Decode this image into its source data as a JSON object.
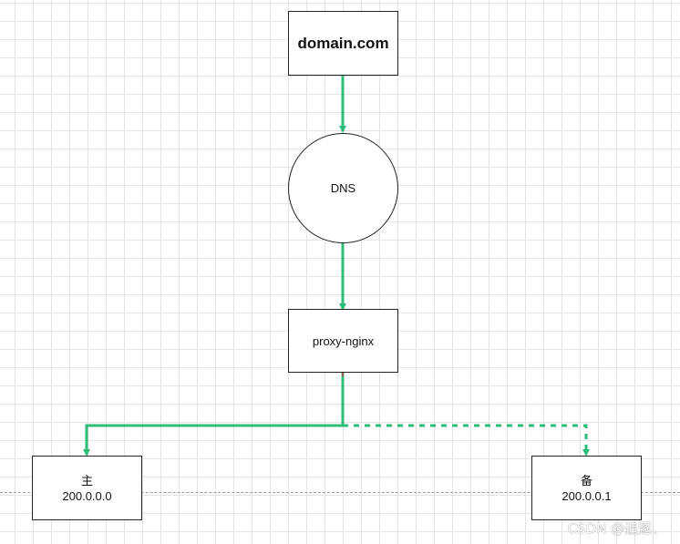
{
  "nodes": {
    "domain": {
      "label": "domain.com",
      "shape": "rectangle"
    },
    "dns": {
      "label": "DNS",
      "shape": "circle"
    },
    "proxy": {
      "label": "proxy-nginx",
      "shape": "rectangle"
    },
    "primary": {
      "title": "主",
      "ip": "200.0.0.0",
      "shape": "rectangle"
    },
    "backup": {
      "title": "备",
      "ip": "200.0.0.1",
      "shape": "rectangle"
    }
  },
  "edges": [
    {
      "from": "domain",
      "to": "dns",
      "style": "solid"
    },
    {
      "from": "dns",
      "to": "proxy",
      "style": "solid"
    },
    {
      "from": "proxy",
      "to": "primary",
      "style": "solid"
    },
    {
      "from": "proxy",
      "to": "backup",
      "style": "dashed"
    }
  ],
  "colors": {
    "edge": "#2ebd79",
    "selection_marker": "#e03c3c",
    "node_border": "#222222"
  },
  "icons": {
    "connection_point": "crosshair-icon"
  },
  "watermark": "CSDN @追逐、"
}
